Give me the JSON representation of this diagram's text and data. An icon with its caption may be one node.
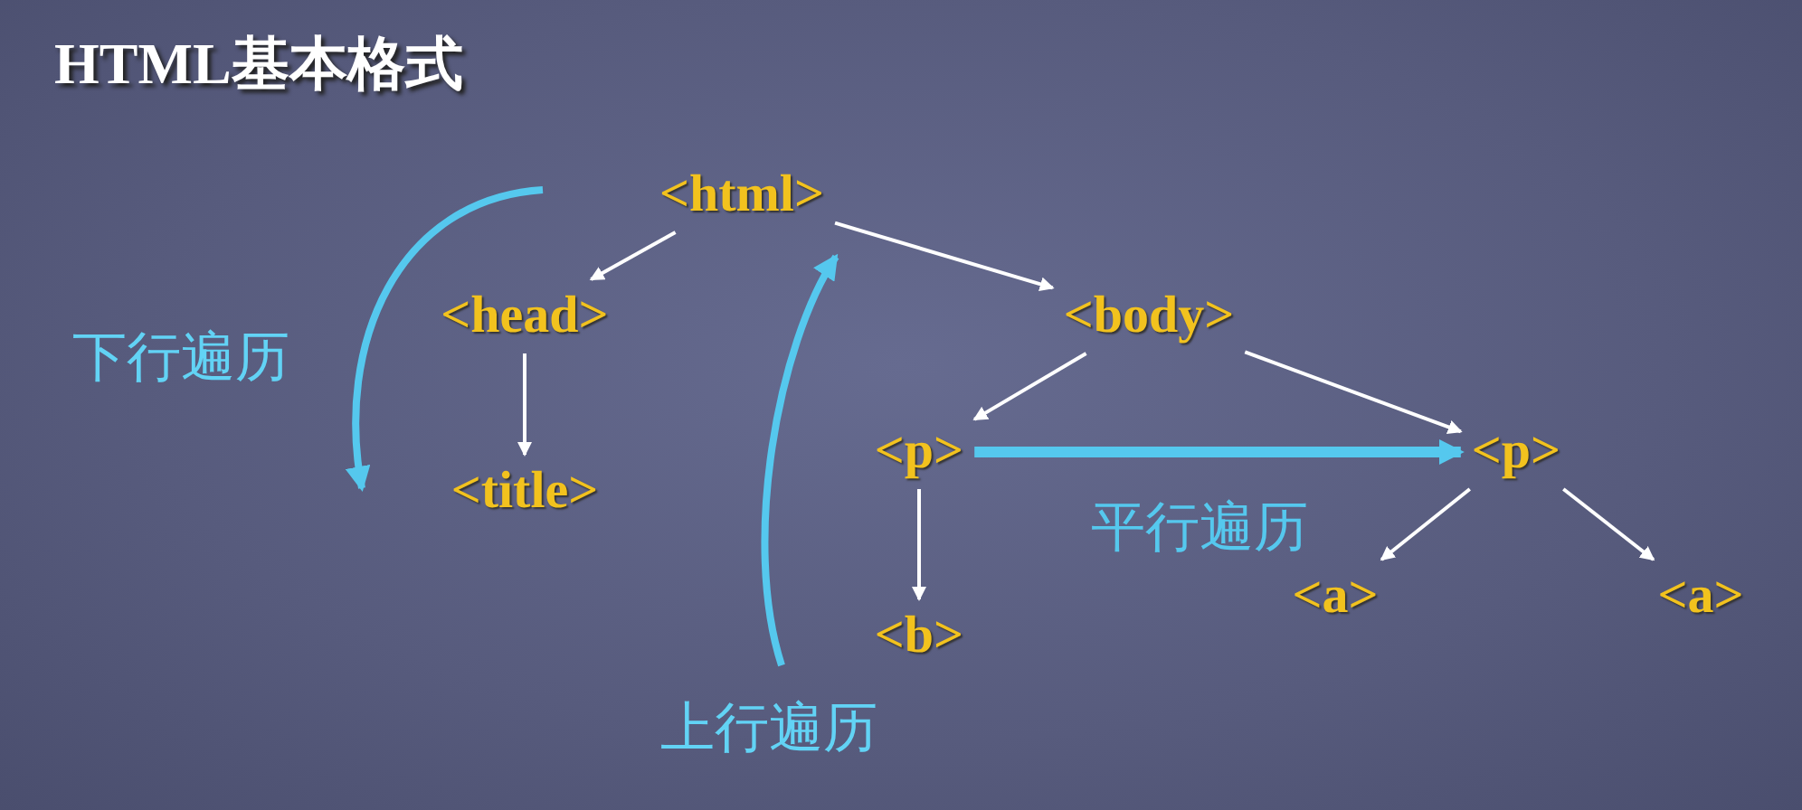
{
  "diagram": {
    "title": "HTML基本格式",
    "nodes": [
      {
        "text": [
          "<html>"
        ]
      },
      {
        "text": [
          "<head>"
        ]
      },
      {
        "text": [
          "<title>"
        ]
      },
      {
        "text": [
          "<body>"
        ]
      },
      {
        "text": [
          "<p>"
        ]
      },
      {
        "text": [
          "<p>"
        ]
      },
      {
        "text": [
          "<b>"
        ]
      },
      {
        "text": [
          "<a>"
        ]
      },
      {
        "text": [
          "<a>"
        ]
      }
    ],
    "edges": [
      {
        "from": 0,
        "to": 1,
        "arrow": "to"
      },
      {
        "from": 0,
        "to": 3,
        "arrow": "to"
      },
      {
        "from": 1,
        "to": 2,
        "arrow": "to"
      },
      {
        "from": 3,
        "to": 4,
        "arrow": "to"
      },
      {
        "from": 3,
        "to": 5,
        "arrow": "to"
      },
      {
        "from": 4,
        "to": 6,
        "arrow": "to"
      },
      {
        "from": 5,
        "to": 7,
        "arrow": "to"
      },
      {
        "from": 5,
        "to": 8,
        "arrow": "to"
      },
      {
        "from": 4,
        "to": 5,
        "arrow": "to",
        "label": "平行遍历",
        "color": "#55c8ee",
        "style": "thick"
      }
    ],
    "labels": [
      "下行遍历",
      "上行遍历"
    ]
  }
}
